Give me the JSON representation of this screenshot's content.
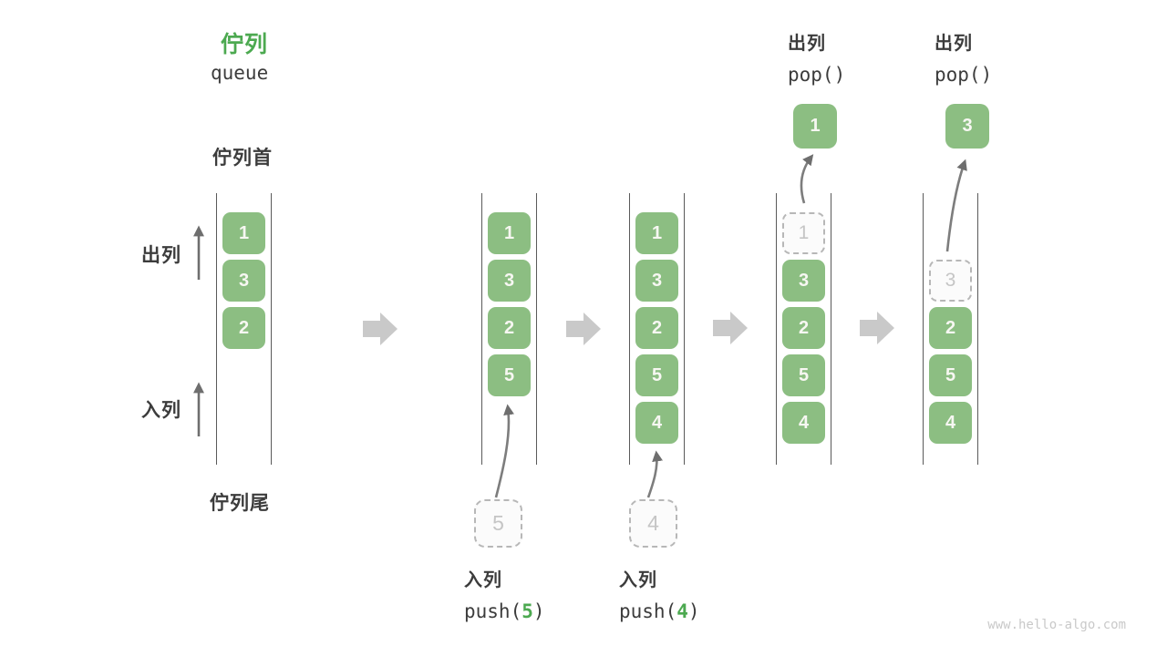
{
  "colors": {
    "cell_green": "#8CBE82",
    "accent_green": "#4CA950",
    "text_dark": "#3C3C3C",
    "ghost_gray": "#C5C5C5",
    "block_arrow_gray": "#C9C9C9",
    "column_line_gray": "#5A5A5A"
  },
  "title": {
    "zh": "佇列",
    "en": "queue"
  },
  "side_labels": {
    "front": "佇列首",
    "rear": "佇列尾",
    "dequeue": "出列",
    "enqueue": "入列"
  },
  "steps": {
    "s1": {
      "cells": [
        "1",
        "3",
        "2"
      ]
    },
    "s2": {
      "cells": [
        "1",
        "3",
        "2",
        "5"
      ],
      "incoming": "5",
      "action": {
        "zh": "入列",
        "fn_open": "push(",
        "arg": "5",
        "fn_close": ")"
      }
    },
    "s3": {
      "cells": [
        "1",
        "3",
        "2",
        "5",
        "4"
      ],
      "incoming": "4",
      "action": {
        "zh": "入列",
        "fn_open": "push(",
        "arg": "4",
        "fn_close": ")"
      }
    },
    "s4": {
      "ghost": "1",
      "cells": [
        "3",
        "2",
        "5",
        "4"
      ],
      "popped": "1",
      "action": {
        "zh": "出列",
        "fn": "pop()"
      }
    },
    "s5": {
      "ghost": "3",
      "cells": [
        "2",
        "5",
        "4"
      ],
      "popped": "3",
      "action": {
        "zh": "出列",
        "fn": "pop()"
      }
    }
  },
  "watermark": "www.hello-algo.com"
}
